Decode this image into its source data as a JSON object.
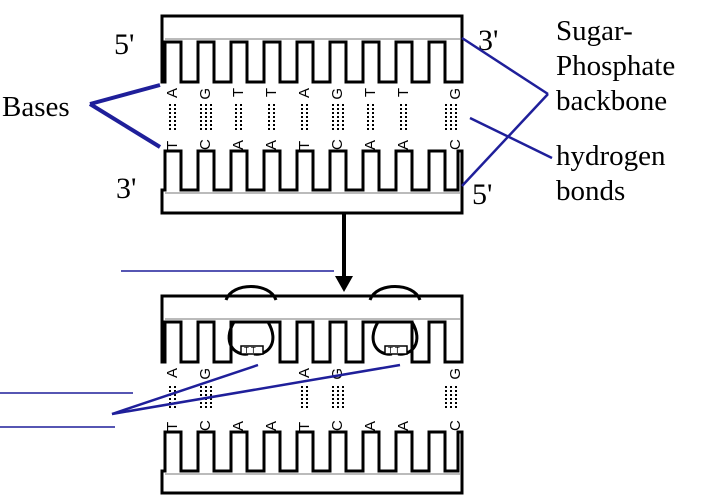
{
  "diagram": {
    "top": {
      "label_5_left": "5'",
      "label_3_right": "3'",
      "label_3_left": "3'",
      "label_5_right": "5'",
      "top_strand_bases": [
        "A",
        "G",
        "T",
        "T",
        "A",
        "G",
        "T",
        "T",
        "G"
      ],
      "bottom_strand_bases": [
        "T",
        "C",
        "A",
        "A",
        "T",
        "C",
        "A",
        "A",
        "C"
      ]
    },
    "labels": {
      "bases": "Bases",
      "backbone_line1": "Sugar-",
      "backbone_line2": "Phosphate",
      "backbone_line3": "backbone",
      "hbonds_line1": "hydrogen",
      "hbonds_line2": "bonds"
    },
    "bottom": {
      "top_strand_bases": [
        "A",
        "G",
        "",
        "",
        "A",
        "G",
        "",
        "",
        "G"
      ],
      "bottom_strand_bases": [
        "T",
        "C",
        "A",
        "A",
        "T",
        "C",
        "A",
        "A",
        "C"
      ],
      "dimer_base_pair": "T T"
    },
    "colors": {
      "line": "#1f1f9a",
      "ink": "#000000"
    }
  }
}
